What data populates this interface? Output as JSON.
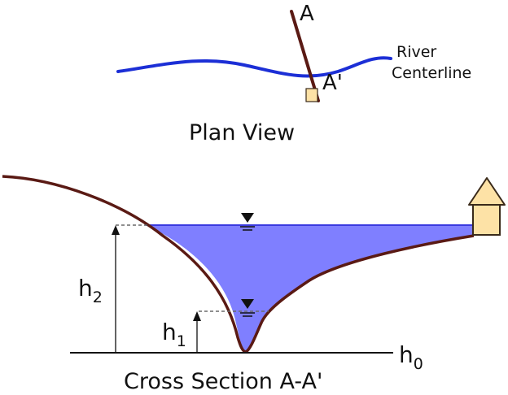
{
  "plan_view": {
    "title": "Plan View",
    "section_start_label": "A",
    "section_end_label": "A'",
    "river_label_line1": "River",
    "river_label_line2": "Centerline"
  },
  "cross_section": {
    "title": "Cross Section A-A'",
    "h2_base": "h",
    "h2_sub": "2",
    "h1_base": "h",
    "h1_sub": "1",
    "h0_base": "h",
    "h0_sub": "0"
  },
  "colors": {
    "water_fill": "#7f7fff",
    "water_edge": "#3a3adf",
    "ground": "#5a1a14",
    "river": "#1c2fd6",
    "house_fill": "#fde2a6",
    "house_stroke": "#3a2a1a"
  }
}
